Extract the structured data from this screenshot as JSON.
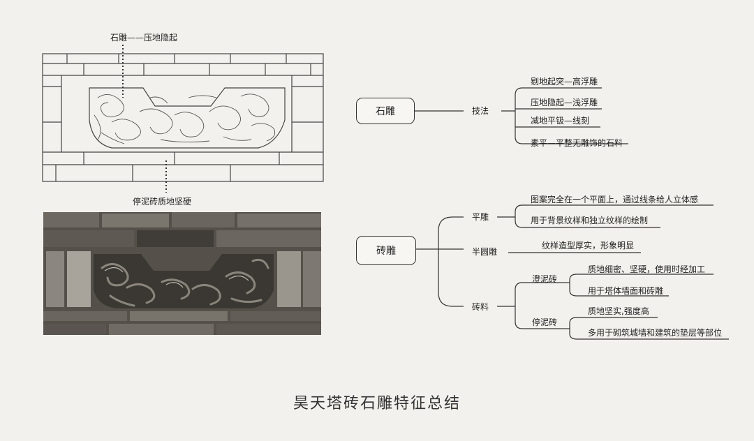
{
  "drawing": {
    "top_label": "石雕——压地隐起",
    "bottom_label": "停泥砖质地坚硬"
  },
  "photo": {
    "description_icon": "carved-brick-photo"
  },
  "mindmap": {
    "stone": {
      "root": "石雕",
      "branch": "技法",
      "leaves": [
        "剔地起突—高浮雕",
        "压地隐起—浅浮雕",
        "减地平钑—线刻",
        "素平—平整无雕饰的石料"
      ]
    },
    "brick": {
      "root": "砖雕",
      "flat": {
        "label": "平雕",
        "leaves": [
          "图案完全在一个平面上，通过线条给人立体感",
          "用于背景纹样和独立纹样的绘制"
        ]
      },
      "half_round": {
        "label": "半圆雕",
        "leaf": "纹样造型厚实，形象明显"
      },
      "material": {
        "label": "砖料",
        "chengni": {
          "label": "澄泥砖",
          "leaves": [
            "质地细密、坚硬，使用时经加工",
            "用于塔体墙面和砖雕"
          ]
        },
        "tingni": {
          "label": "停泥砖",
          "leaves": [
            "质地坚实,强度高",
            "多用于砌筑城墙和建筑的垫层等部位"
          ]
        }
      }
    }
  },
  "caption": "昊天塔砖石雕特征总结"
}
